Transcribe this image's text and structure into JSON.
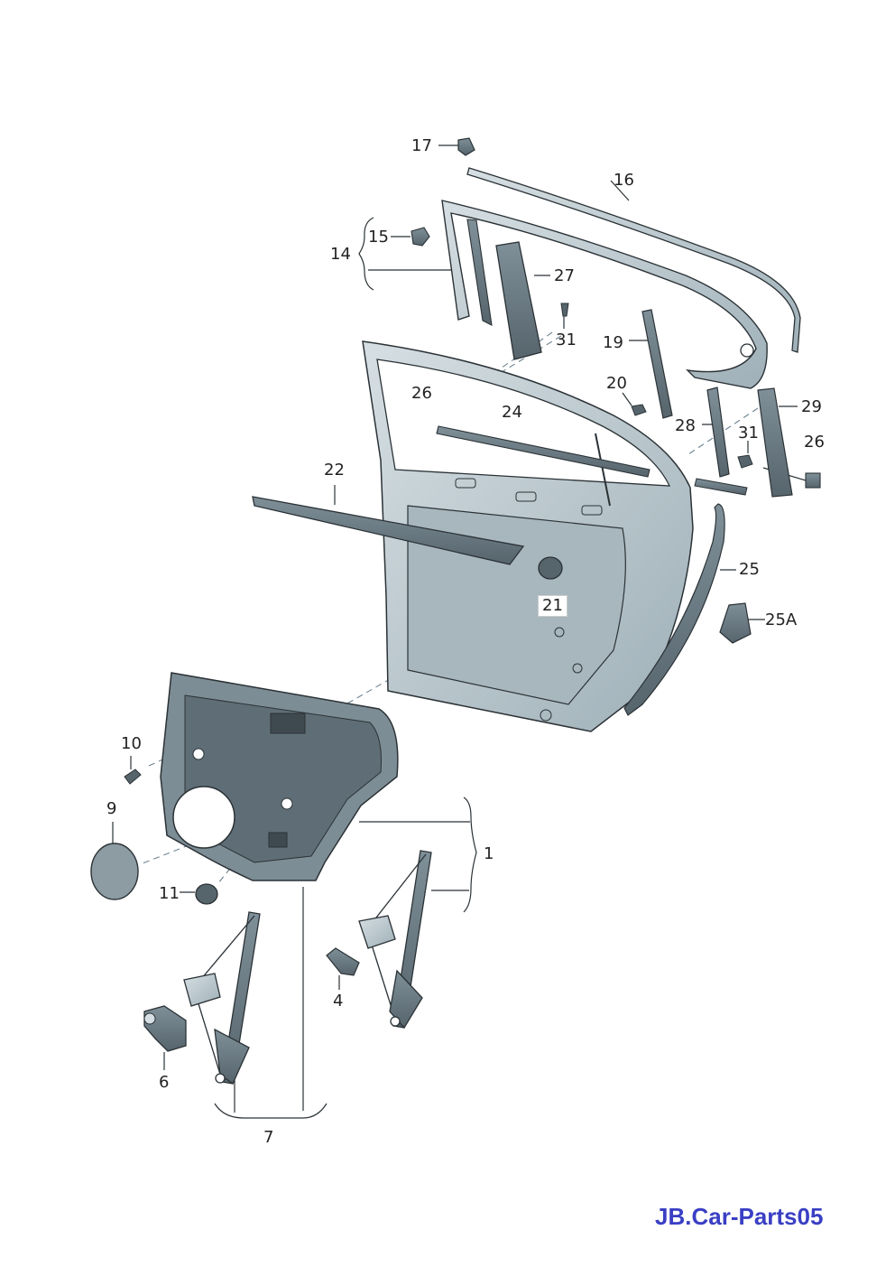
{
  "labels": {
    "l1": "1",
    "l4": "4",
    "l6": "6",
    "l7": "7",
    "l9": "9",
    "l10": "10",
    "l11": "11",
    "l14": "14",
    "l15": "15",
    "l16": "16",
    "l17": "17",
    "l19": "19",
    "l20": "20",
    "l21": "21",
    "l22": "22",
    "l24": "24",
    "l25": "25",
    "l25a": "25A",
    "l26a": "26",
    "l26b": "26",
    "l27": "27",
    "l28": "28",
    "l29": "29",
    "l31a": "31",
    "l31b": "31"
  },
  "watermark": "JB.Car-Parts05",
  "colors": {
    "part_fill": "#b9c6cc",
    "part_dark": "#6d7d86",
    "outline": "#2b3236",
    "leader": "#6f8592",
    "brand": "#3a3fc4"
  }
}
